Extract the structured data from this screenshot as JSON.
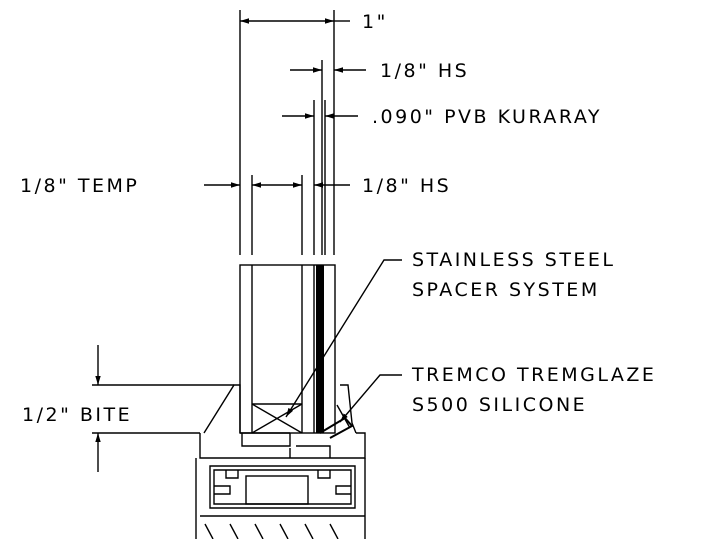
{
  "labels": {
    "overall_width": "1\"",
    "hs_outer": "1/8\" HS",
    "pvb": ".090\" PVB KURARAY",
    "temp": "1/8\" TEMP",
    "hs_inner": "1/8\" HS",
    "spacer_line1": "STAINLESS STEEL",
    "spacer_line2": "SPACER SYSTEM",
    "silicone_line1": "TREMCO TREMGLAZE",
    "silicone_line2": "S500 SILICONE",
    "bite": "1/2\" BITE"
  }
}
